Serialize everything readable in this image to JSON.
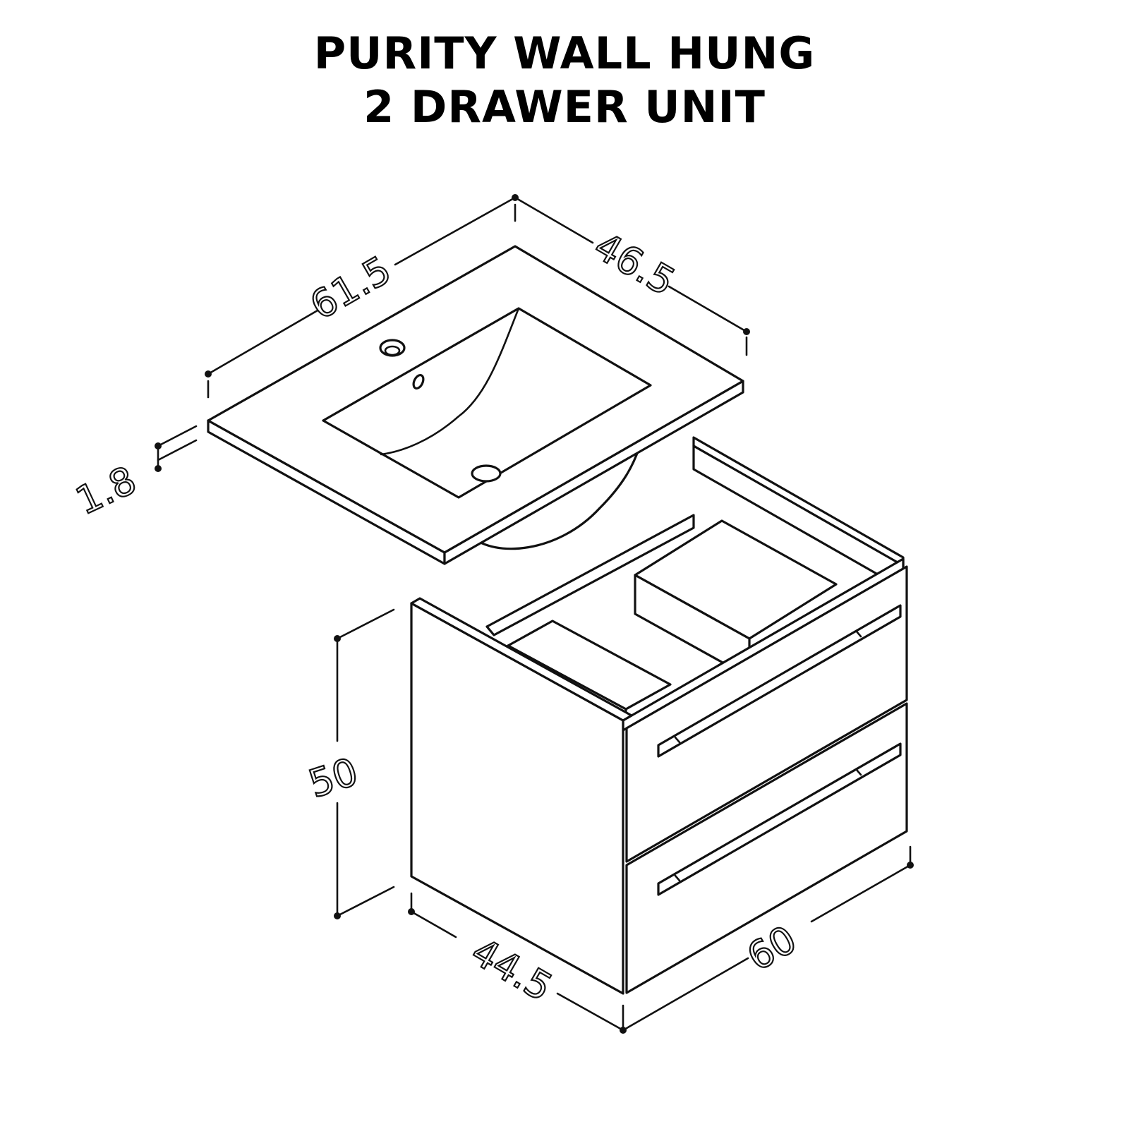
{
  "title": {
    "line1": "PURITY WALL HUNG",
    "line2": "2 DRAWER UNIT"
  },
  "dimensions": {
    "basin_width": "61.5",
    "basin_depth": "46.5",
    "basin_thickness": "1.8",
    "cabinet_height": "50",
    "cabinet_depth": "44.5",
    "cabinet_width": "60"
  },
  "colors": {
    "line": "#111111",
    "background": "#ffffff"
  }
}
